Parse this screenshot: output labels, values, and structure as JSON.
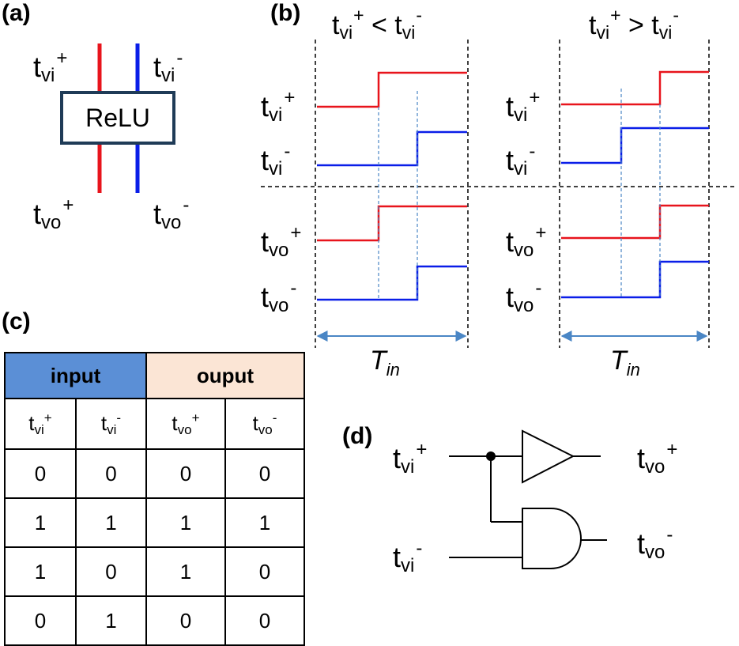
{
  "panels": {
    "a": "(a)",
    "b": "(b)",
    "c": "(c)",
    "d": "(d)"
  },
  "relu_label": "ReLU",
  "signals": {
    "t": "t",
    "vi_sub": "vi",
    "vo_sub": "vo",
    "plus": "+",
    "minus": "-"
  },
  "conditions": {
    "left": {
      "op": "<"
    },
    "right": {
      "op": ">"
    }
  },
  "tin": {
    "T": "T",
    "sub": "in"
  },
  "colors": {
    "positive": "#e8141c",
    "negative": "#0a1ee8",
    "box_border": "#1f3b57",
    "arrow": "#4a86c5",
    "input_header": "#5b8fd6",
    "output_header": "#fbe5d5"
  },
  "table": {
    "group_headers": [
      "input",
      "ouput"
    ],
    "column_headers": [
      {
        "t": "t",
        "sub": "vi",
        "sign": "+"
      },
      {
        "t": "t",
        "sub": "vi",
        "sign": "-"
      },
      {
        "t": "t",
        "sub": "vo",
        "sign": "+"
      },
      {
        "t": "t",
        "sub": "vo",
        "sign": "-"
      }
    ],
    "rows": [
      [
        "0",
        "0",
        "0",
        "0"
      ],
      [
        "1",
        "1",
        "1",
        "1"
      ],
      [
        "1",
        "0",
        "1",
        "0"
      ],
      [
        "0",
        "1",
        "0",
        "0"
      ]
    ]
  }
}
